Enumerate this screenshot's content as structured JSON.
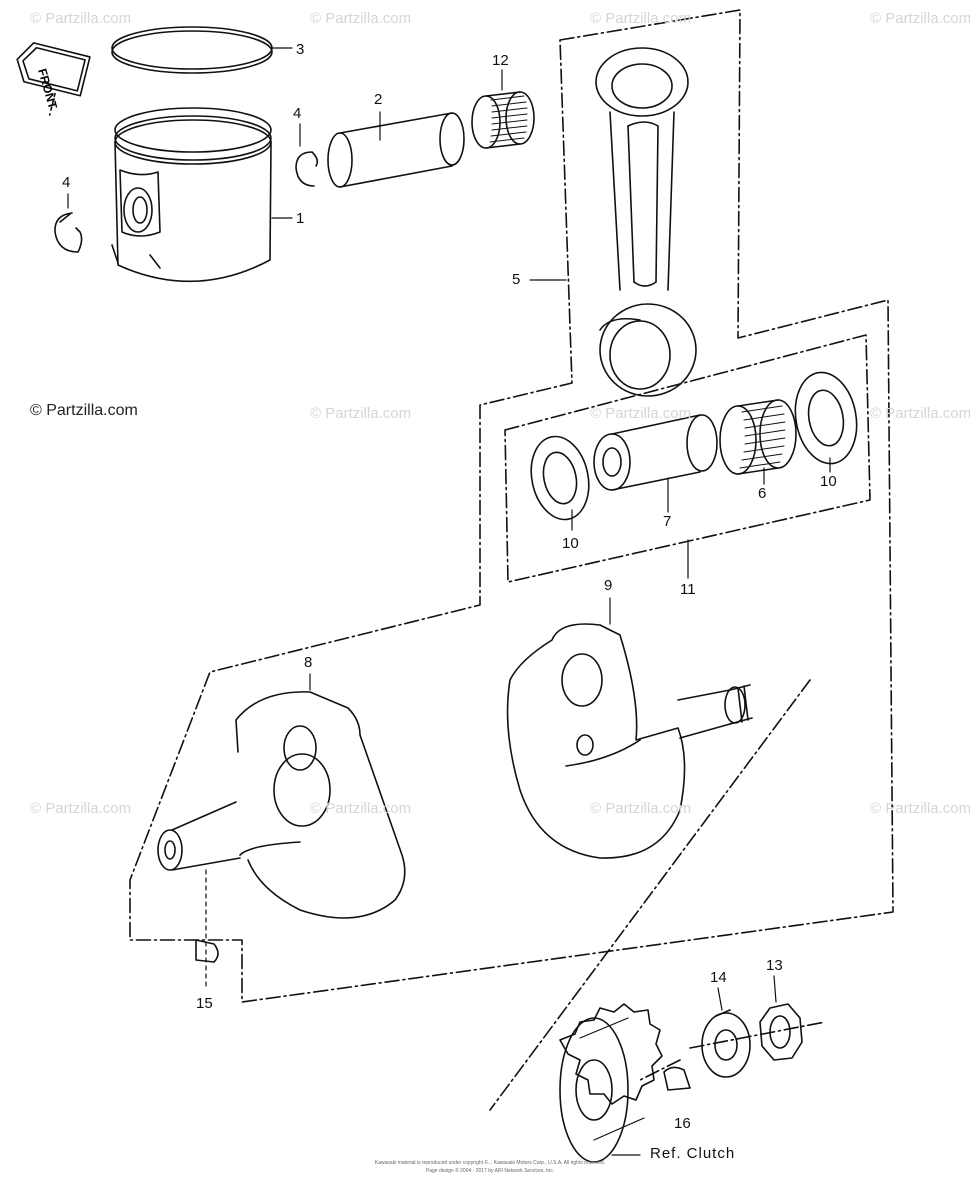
{
  "watermark_text": "© Partzilla.com",
  "copyright_main": "© Partzilla.com",
  "front_badge": "FRONT",
  "ref_clutch": "Ref. Clutch",
  "footer": {
    "line1": "Kawasaki material is reproduced under copyright ©... Kawasaki Motors Corp., U.S.A. All rights reserved.",
    "line2": "Page design © 2004 - 2017 by ARI Network Services, Inc."
  },
  "parts": {
    "p1": "1",
    "p2": "2",
    "p3": "3",
    "p4a": "4",
    "p4b": "4",
    "p5": "5",
    "p6": "6",
    "p7": "7",
    "p8": "8",
    "p9": "9",
    "p10a": "10",
    "p10b": "10",
    "p11": "11",
    "p12": "12",
    "p13": "13",
    "p14": "14",
    "p15": "15",
    "p16": "16"
  }
}
